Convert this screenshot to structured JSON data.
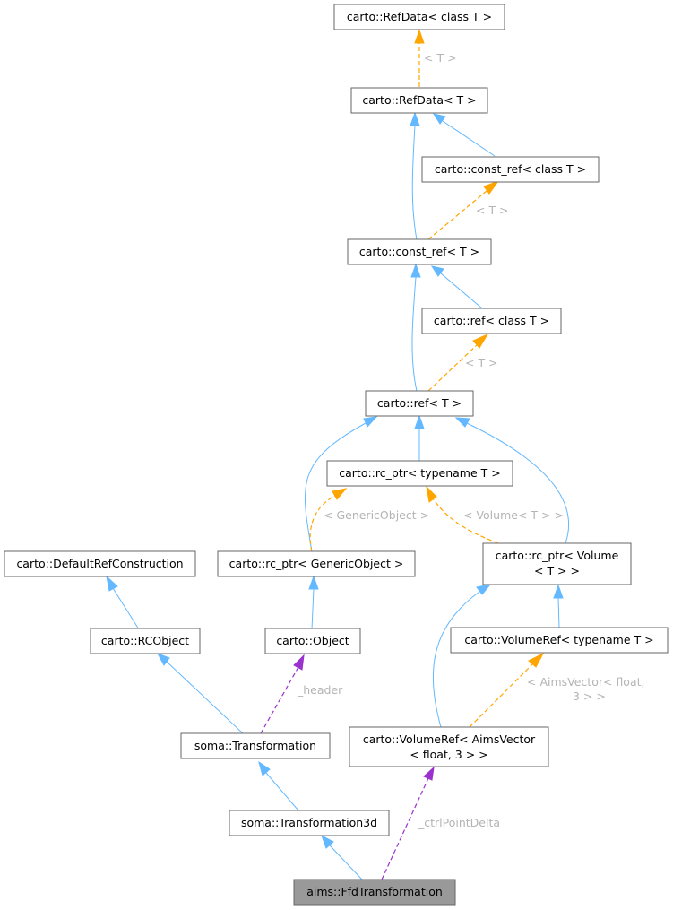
{
  "colors": {
    "inherit": "#63b8ff",
    "template": "#ffa500",
    "usage": "#9a32cd",
    "label": "#b4b4b4",
    "highlight_fill": "#999999"
  },
  "nodes": {
    "refdata_class_t": "carto::RefData< class T >",
    "refdata_t": "carto::RefData< T >",
    "const_ref_class_t": "carto::const_ref< class T >",
    "const_ref_t": "carto::const_ref< T >",
    "ref_class_t": "carto::ref< class T >",
    "ref_t": "carto::ref< T >",
    "rc_ptr_typename_t": "carto::rc_ptr< typename T >",
    "default_ref_construction": "carto::DefaultRefConstruction",
    "rc_ptr_generic_object": "carto::rc_ptr< GenericObject >",
    "rc_ptr_volume": [
      "carto::rc_ptr< Volume",
      "< T > >"
    ],
    "rcobject": "carto::RCObject",
    "object": "carto::Object",
    "volumeref_typename_t": "carto::VolumeRef< typename T >",
    "soma_transformation": "soma::Transformation",
    "volumeref_aimsvector": [
      "carto::VolumeRef< AimsVector",
      "< float, 3 > >"
    ],
    "soma_transformation3d": "soma::Transformation3d",
    "ffd_transformation": "aims::FfdTransformation"
  },
  "edge_labels": {
    "t_refdata": "< T >",
    "t_const_ref": "< T >",
    "t_ref": "< T >",
    "generic_object": "< GenericObject >",
    "volume_t": "< Volume< T > >",
    "header": "_header",
    "aimsvector": [
      "< AimsVector< float,",
      "3 > >"
    ],
    "ctrl_point_delta": "_ctrlPointDelta"
  }
}
